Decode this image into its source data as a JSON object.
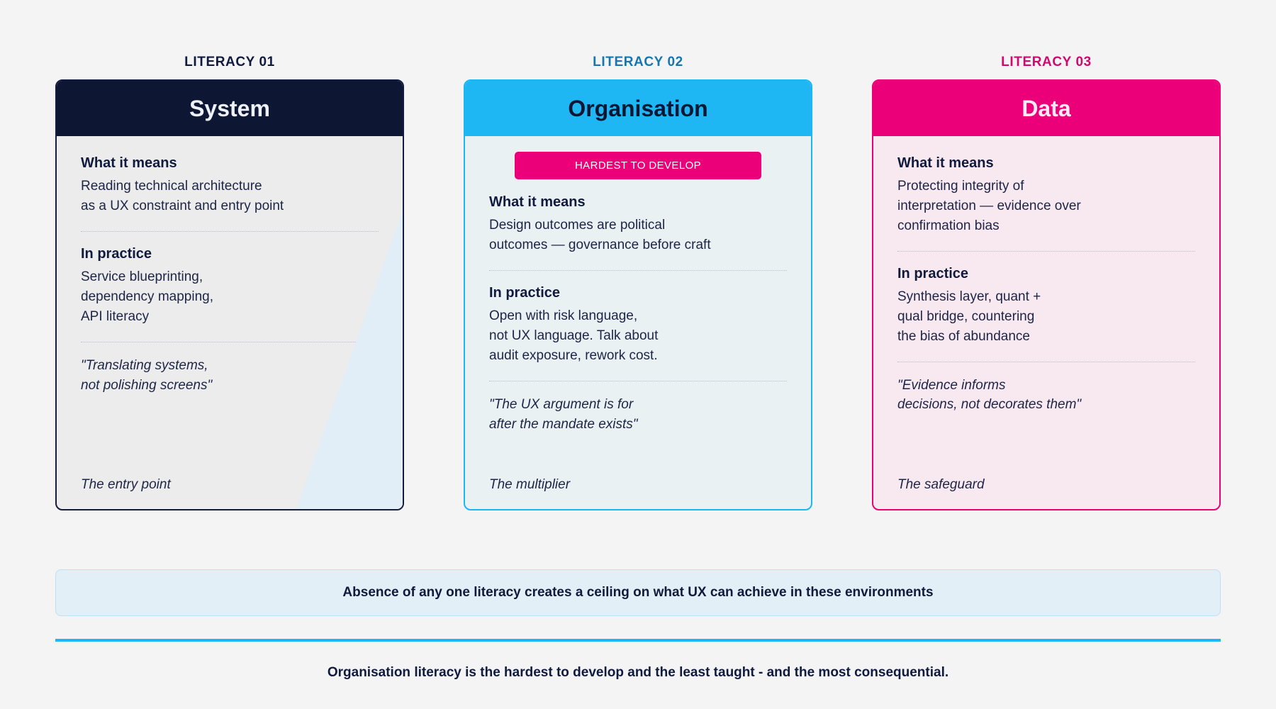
{
  "page": {
    "background_color": "#f4f4f5"
  },
  "columns": [
    {
      "eyebrow": "LITERACY 01",
      "eyebrow_color": "#101a3d",
      "title": "System",
      "header_bg": "#0d1633",
      "header_text_color": "#eef1f7",
      "body_bg": "#ececec",
      "border_color": "#131c3f",
      "badge": null,
      "what_it_means_label": "What it means",
      "what_it_means_text": "Reading technical architecture\nas a UX constraint and entry point",
      "in_practice_label": "In practice",
      "in_practice_text": "Service blueprinting,\ndependency mapping,\nAPI literacy",
      "quote": "\"Translating systems,\n not polishing screens\"",
      "role": "The entry point",
      "watermark": "triangle-watermark"
    },
    {
      "eyebrow": "LITERACY 02",
      "eyebrow_color": "#1577ad",
      "title": "Organisation",
      "header_bg": "#1fb6f4",
      "header_text_color": "#0d1633",
      "body_bg": "#eaf1f3",
      "border_color": "#1ab7f5",
      "badge": "HARDEST TO DEVELOP",
      "badge_bg": "#ec0079",
      "badge_text_color": "#ffffff",
      "what_it_means_label": "What it means",
      "what_it_means_text": "Design outcomes are political\noutcomes — governance before craft",
      "in_practice_label": "In practice",
      "in_practice_text": "Open with risk language,\nnot UX language. Talk about\naudit exposure, rework cost.",
      "quote": "\"The UX argument is for\n after the mandate exists\"",
      "role": "The multiplier",
      "watermark": null
    },
    {
      "eyebrow": "LITERACY 03",
      "eyebrow_color": "#ce0a6e",
      "title": "Data",
      "header_bg": "#ec0079",
      "header_text_color": "#fdeaf3",
      "body_bg": "#f8e9f1",
      "border_color": "#ec0076",
      "badge": null,
      "what_it_means_label": "What it means",
      "what_it_means_text": "Protecting integrity of\ninterpretation — evidence over\nconfirmation bias",
      "in_practice_label": "In practice",
      "in_practice_text": "Synthesis layer, quant +\nqual bridge, countering\nthe bias of abundance",
      "quote": "\"Evidence informs\n decisions, not decorates them\"",
      "role": "The safeguard",
      "watermark": null
    }
  ],
  "banner": {
    "text": "Absence of any one literacy creates a ceiling on what UX can achieve in these environments",
    "background_color": "#e3eff7",
    "border_color": "#bfe0f2"
  },
  "rule": {
    "color": "#1fb6f4"
  },
  "caption": {
    "text": "Organisation literacy is the hardest to develop and the least taught - and the most consequential."
  }
}
